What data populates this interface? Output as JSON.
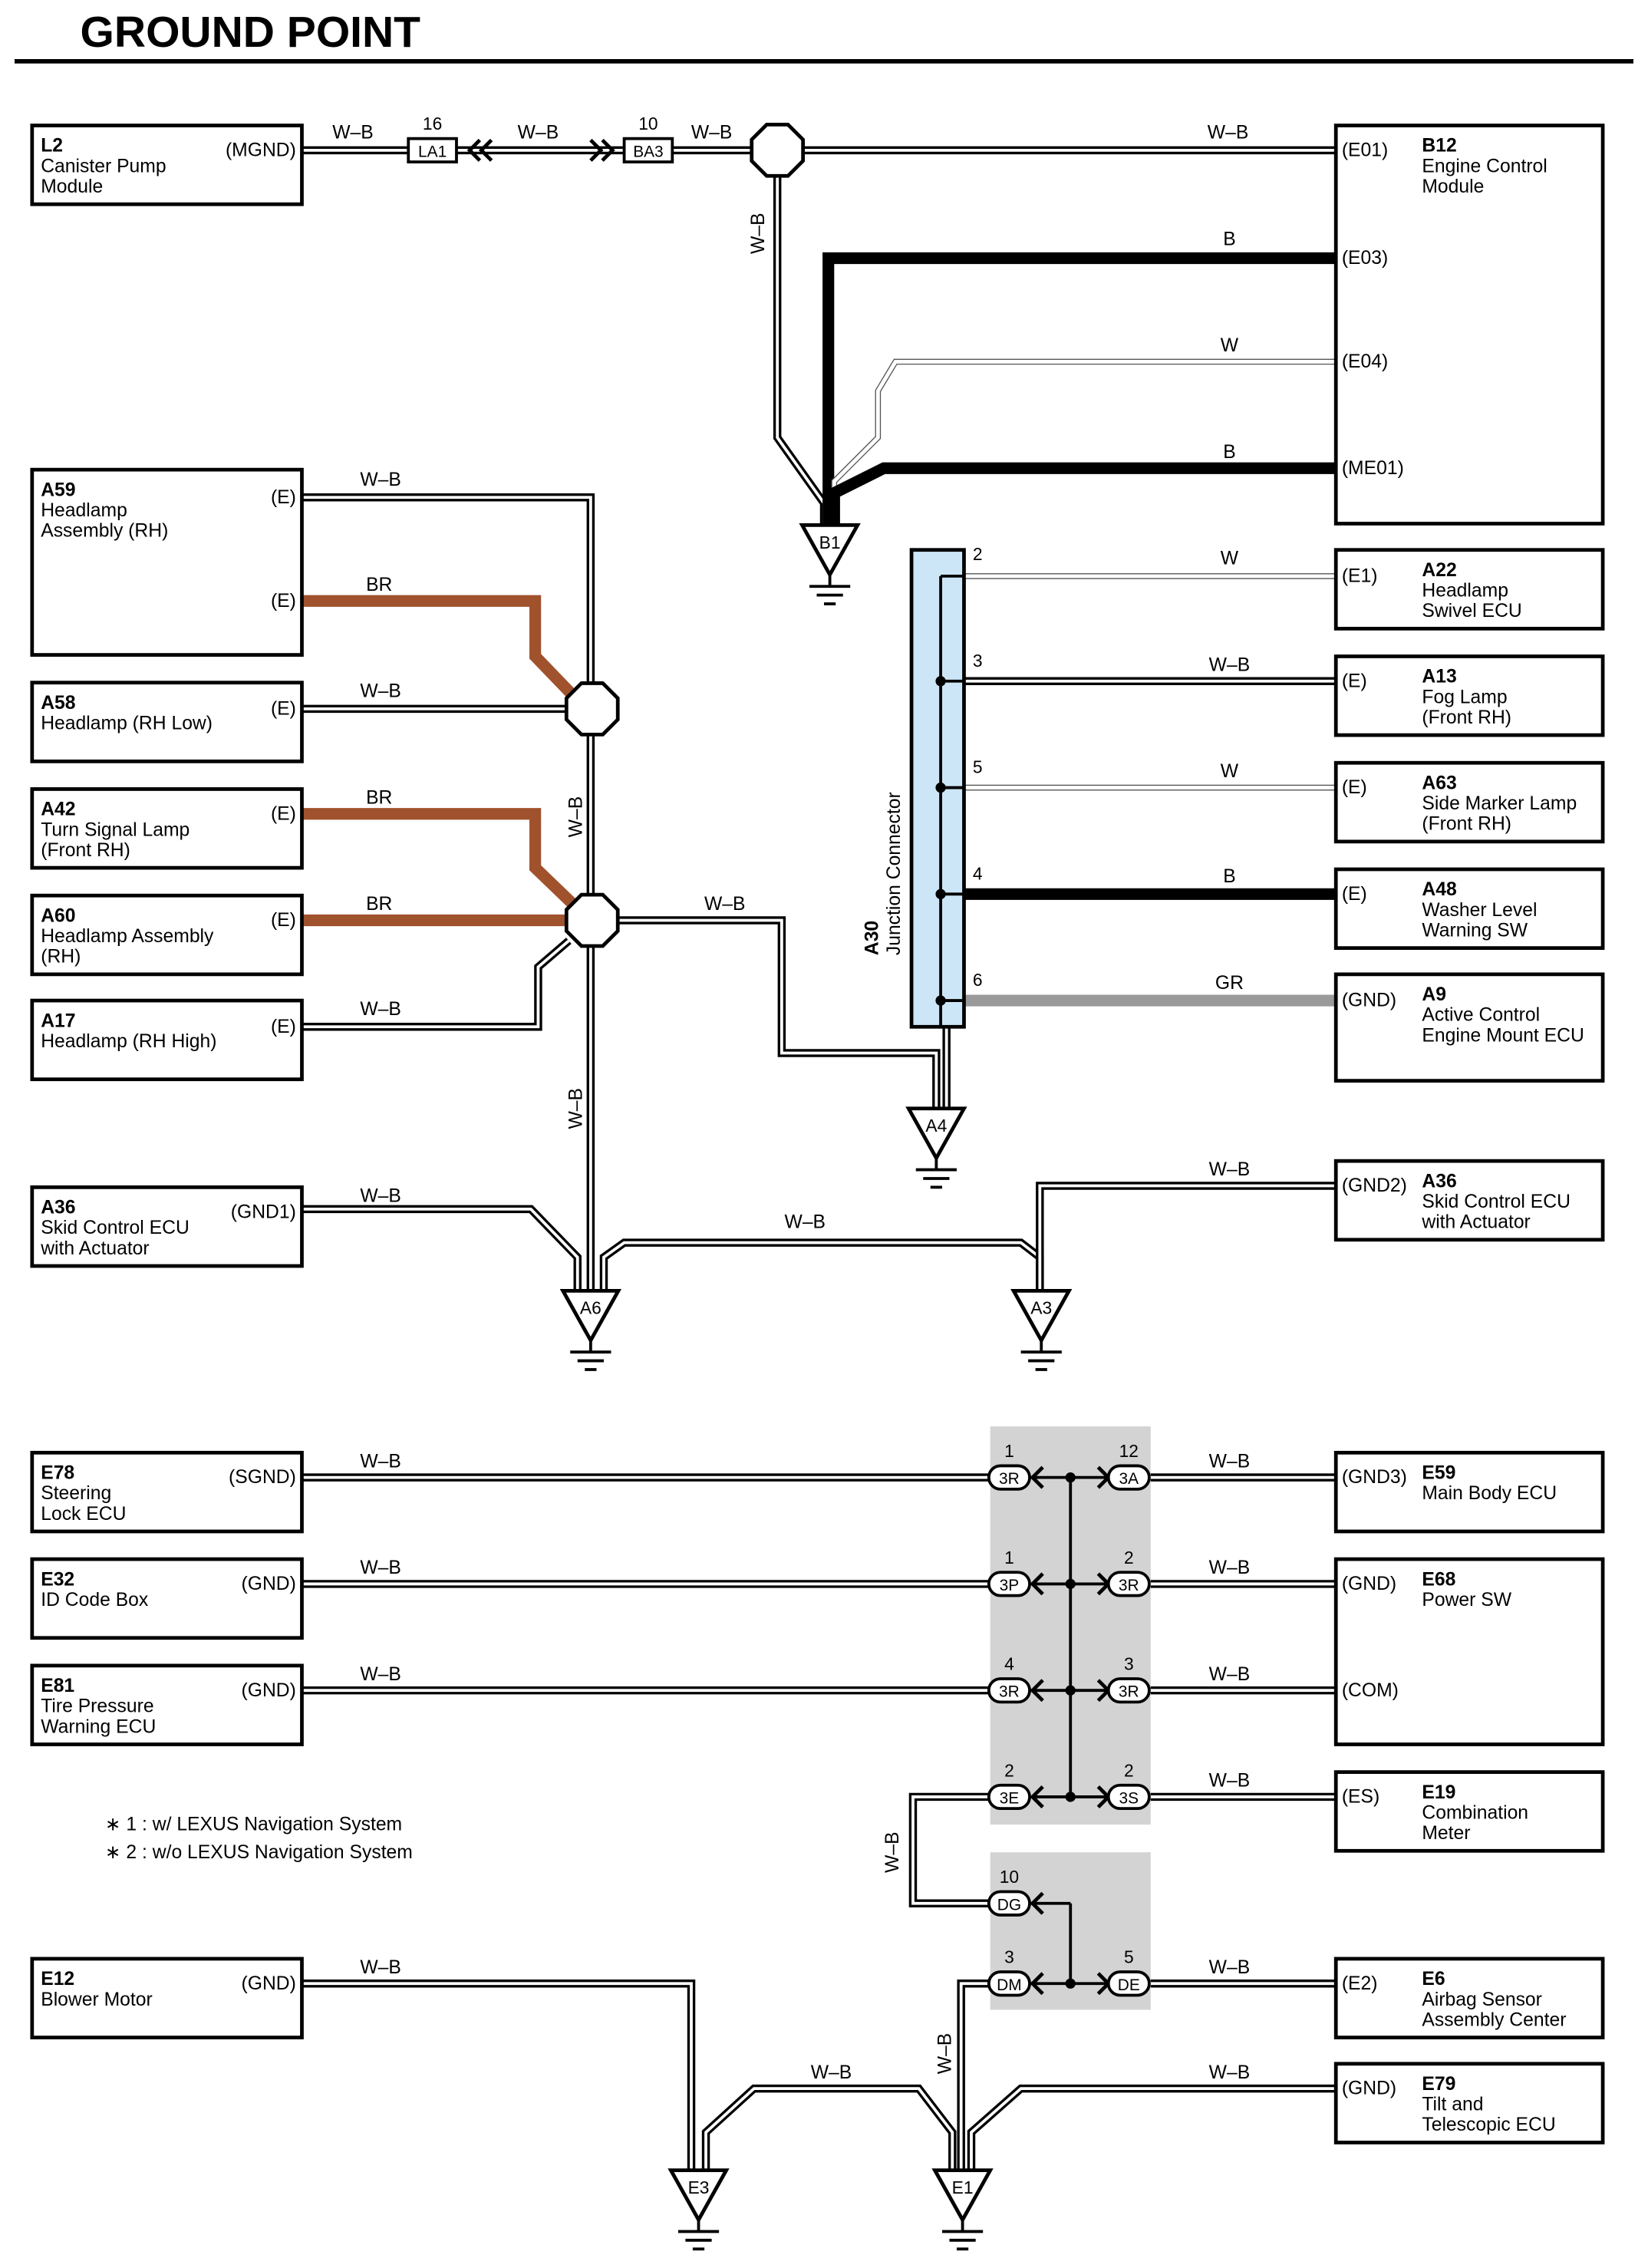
{
  "title": "GROUND POINT",
  "colors": {
    "brown_wire": "#A0522D",
    "gray_wire": "#9A9A9A",
    "junction_fill": "#CCE6F7",
    "splice_bg": "#D3D3D3"
  },
  "components": [
    {
      "id": "L2",
      "name": [
        "Canister Pump",
        "Module"
      ],
      "pins": [
        "(MGND)"
      ]
    },
    {
      "id": "B12",
      "name": [
        "Engine Control",
        "Module"
      ],
      "pins": [
        "(E01)",
        "(E03)",
        "(E04)",
        "(ME01)"
      ]
    },
    {
      "id": "A59",
      "name": [
        "Headlamp",
        "Assembly (RH)"
      ],
      "pins": [
        "(E)",
        "(E)"
      ]
    },
    {
      "id": "A58",
      "name": [
        "Headlamp (RH Low)"
      ],
      "pins": [
        "(E)"
      ]
    },
    {
      "id": "A42",
      "name": [
        "Turn Signal Lamp",
        "(Front RH)"
      ],
      "pins": [
        "(E)"
      ]
    },
    {
      "id": "A60",
      "name": [
        "Headlamp Assembly",
        "(RH)"
      ],
      "pins": [
        "(E)"
      ]
    },
    {
      "id": "A17",
      "name": [
        "Headlamp (RH High)"
      ],
      "pins": [
        "(E)"
      ]
    },
    {
      "id": "A36",
      "name": [
        "Skid Control ECU",
        "with Actuator"
      ],
      "pins": [
        "(GND1)"
      ]
    },
    {
      "id": "A22",
      "name": [
        "Headlamp",
        "Swivel ECU"
      ],
      "pins": [
        "(E1)"
      ]
    },
    {
      "id": "A13",
      "name": [
        "Fog Lamp",
        "(Front RH)"
      ],
      "pins": [
        "(E)"
      ]
    },
    {
      "id": "A63",
      "name": [
        "Side Marker Lamp",
        "(Front RH)"
      ],
      "pins": [
        "(E)"
      ]
    },
    {
      "id": "A48",
      "name": [
        "Washer Level",
        "Warning SW"
      ],
      "pins": [
        "(E)"
      ]
    },
    {
      "id": "A9",
      "name": [
        "Active Control",
        "Engine Mount ECU"
      ],
      "pins": [
        "(GND)"
      ]
    },
    {
      "id": "A36",
      "name": [
        "Skid Control ECU",
        "with Actuator"
      ],
      "pins": [
        "(GND2)"
      ]
    },
    {
      "id": "E78",
      "name": [
        "Steering",
        "Lock ECU"
      ],
      "pins": [
        "(SGND)"
      ]
    },
    {
      "id": "E32",
      "name": [
        "ID Code Box"
      ],
      "pins": [
        "(GND)"
      ]
    },
    {
      "id": "E81",
      "name": [
        "Tire Pressure",
        "Warning ECU"
      ],
      "pins": [
        "(GND)"
      ]
    },
    {
      "id": "E12",
      "name": [
        "Blower Motor"
      ],
      "pins": [
        "(GND)"
      ]
    },
    {
      "id": "E59",
      "name": [
        "Main Body ECU"
      ],
      "pins": [
        "(GND3)"
      ]
    },
    {
      "id": "E68",
      "name": [
        "Power SW"
      ],
      "pins": [
        "(GND)",
        "(COM)"
      ]
    },
    {
      "id": "E19",
      "name": [
        "Combination",
        "Meter"
      ],
      "pins": [
        "(ES)"
      ]
    },
    {
      "id": "E6",
      "name": [
        "Airbag Sensor",
        "Assembly Center"
      ],
      "pins": [
        "(E2)"
      ]
    },
    {
      "id": "E79",
      "name": [
        "Tilt and",
        "Telescopic ECU"
      ],
      "pins": [
        "(GND)"
      ]
    }
  ],
  "wire_colors": [
    "W–B",
    "B",
    "W",
    "BR",
    "GR"
  ],
  "inline_connectors": [
    {
      "label": "LA1",
      "pin": "16"
    },
    {
      "label": "BA3",
      "pin": "10"
    }
  ],
  "junction_connector": {
    "id": "A30",
    "name": "Junction Connector",
    "pins": [
      "2",
      "3",
      "5",
      "4",
      "6"
    ]
  },
  "grounds": [
    "B1",
    "A4",
    "A6",
    "A3",
    "E3",
    "E1"
  ],
  "splice_connectors": [
    {
      "label": "3R",
      "pin": "1"
    },
    {
      "label": "3A",
      "pin": "12"
    },
    {
      "label": "3P",
      "pin": "1"
    },
    {
      "label": "3R",
      "pin": "2"
    },
    {
      "label": "3R",
      "pin": "4"
    },
    {
      "label": "3R",
      "pin": "3"
    },
    {
      "label": "3E",
      "pin": "2"
    },
    {
      "label": "3S",
      "pin": "2"
    },
    {
      "label": "DG",
      "pin": "10"
    },
    {
      "label": "DM",
      "pin": "3"
    },
    {
      "label": "DE",
      "pin": "5"
    }
  ],
  "notes": [
    "∗ 1 : w/ LEXUS Navigation System",
    "∗ 2 : w/o LEXUS Navigation System"
  ]
}
